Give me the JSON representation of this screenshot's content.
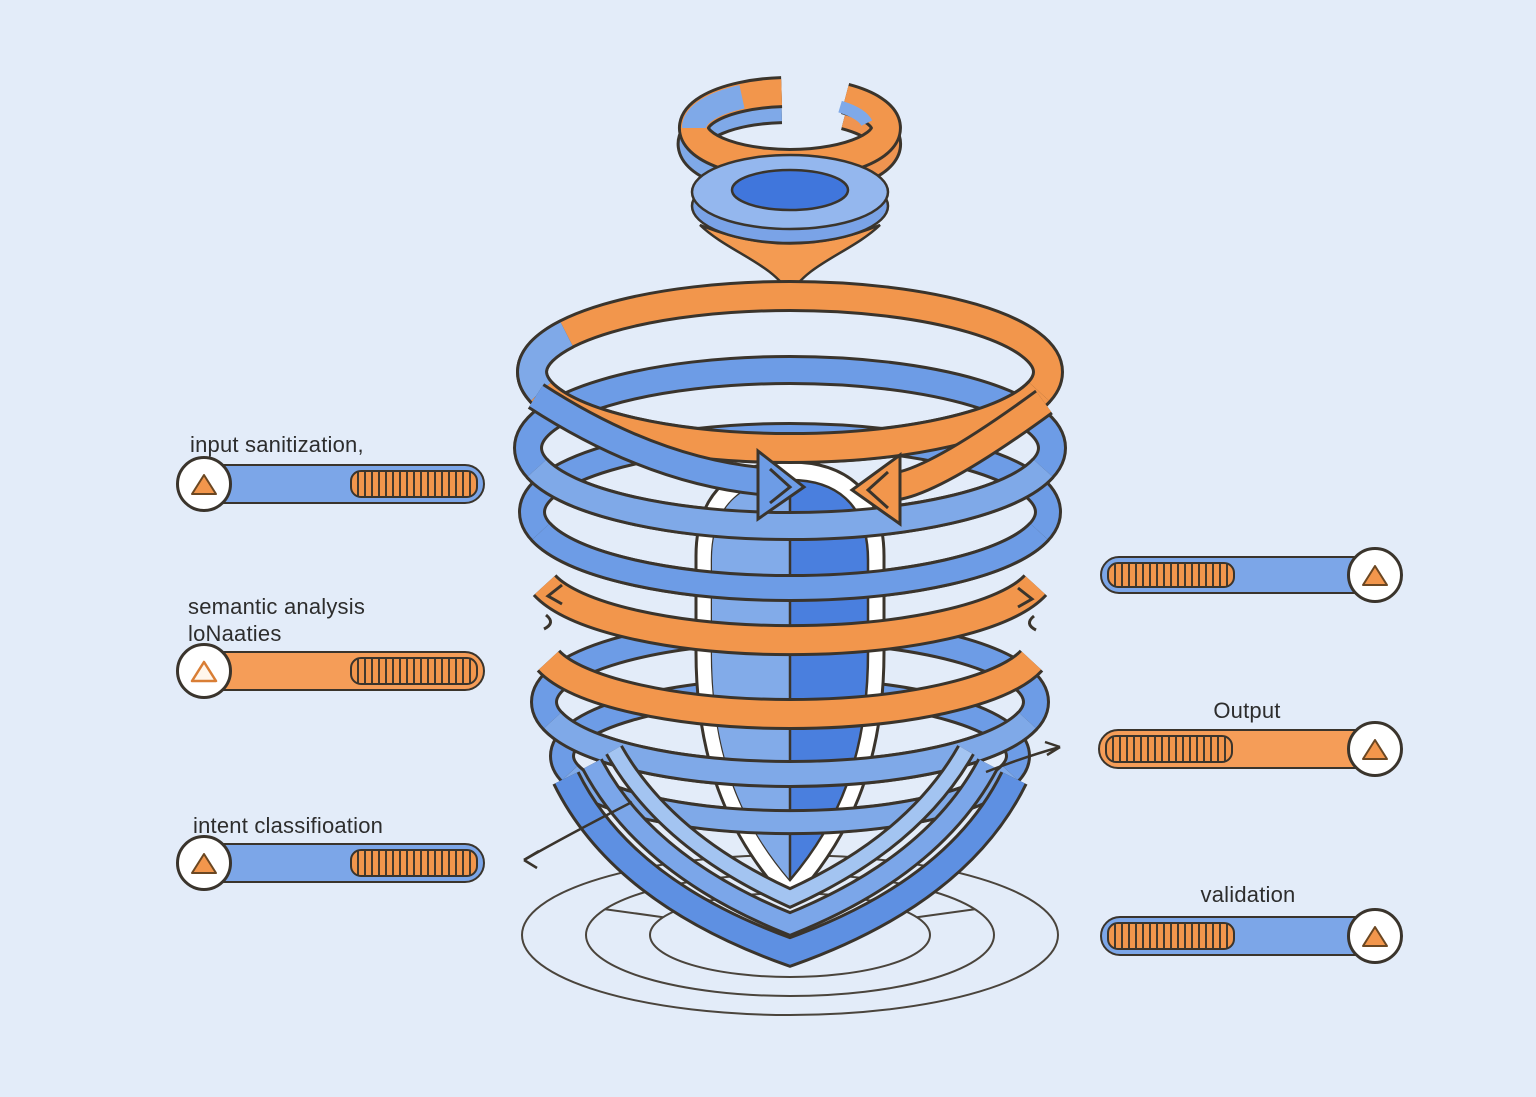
{
  "diagram": {
    "description": "layered funnel spiral with shield core and labeled progress pills",
    "labels": {
      "input_sanitization": "input sanitization,",
      "semantic_analysis_line1": "semantic analysis",
      "semantic_analysis_line2": "loNaaties",
      "intent_classification": "intent classifioation",
      "output": "Output",
      "validation": "validation"
    },
    "colors": {
      "background": "#e3ecf9",
      "orange": "#f2964c",
      "blue": "#6d9ce6",
      "blue_light": "#8fb4ec",
      "blue_dark": "#4076dc",
      "shield_left": "#82abe9",
      "shield_right": "#4a7fde",
      "outline": "#3a342c",
      "node_fill": "#ffffff"
    },
    "icons": {
      "pill_marker": "triangle-icon",
      "flow_left_band": "arrow-right-icon",
      "flow_right_band": "arrow-left-icon"
    }
  }
}
